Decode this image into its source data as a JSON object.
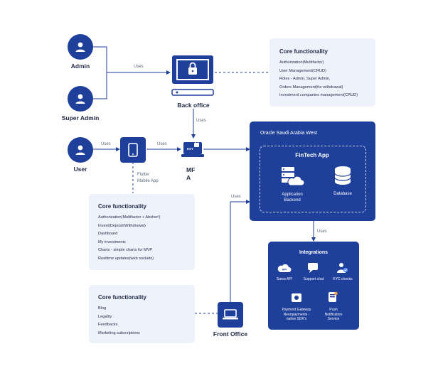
{
  "actors": {
    "admin": "Admin",
    "super_admin": "Super Admin",
    "user": "User"
  },
  "nodes": {
    "back_office": "Back office",
    "flutter_app": "Flutter\nMobile App",
    "mfa_line1": "MF",
    "mfa_line2": "A",
    "mfa_badge": "ESY",
    "front_office": "Front Office"
  },
  "edges": {
    "admin_uses": "Uses",
    "backoffice_uses": "Uses",
    "user_uses": "Uses",
    "app_uses": "Uses",
    "front_uses": "Uses",
    "cloud_uses": "Uses"
  },
  "back_office_panel": {
    "title": "Core functionality",
    "items": [
      "Authorization(Multifactor)",
      "User Management(CRUD)",
      "Roles - Admin, Super Admin,",
      "Orders Management(for withdrawal)",
      "Investment companies management(CRUD)"
    ]
  },
  "mobile_panel": {
    "title": "Core functionality",
    "items": [
      "Authorization(Multifactor + Absher!)",
      "Invest(Deposit/Withdrawal)",
      "Dashboard",
      "My investments",
      "Charts - simple charts for MVP",
      "Realtime updates(web sockets)"
    ]
  },
  "front_panel": {
    "title": "Core functionality",
    "items": [
      "Blog",
      "Legality",
      "Feedbacks",
      "Marketing subscriptions"
    ]
  },
  "cloud": {
    "region": "Oracle Saudi Arabia West",
    "group_title": "FinTech App",
    "backend": "Application\nBackend",
    "database": "Database"
  },
  "integrations": {
    "title": "Integrations",
    "items": [
      {
        "label": "Sarva API",
        "icon": "api-icon"
      },
      {
        "label": "Support chat",
        "icon": "chat-icon"
      },
      {
        "label": "KYC checks",
        "icon": "user-check-icon"
      },
      {
        "label": "Payment Gateway\nNeonpayments -\nnative SDK's",
        "icon": "payment-icon"
      },
      {
        "label": "Push\nNotification\nService",
        "icon": "notification-icon"
      }
    ]
  },
  "colors": {
    "primary": "#1e3f9a",
    "panel": "#eef2fb",
    "text": "#1f2a44"
  }
}
